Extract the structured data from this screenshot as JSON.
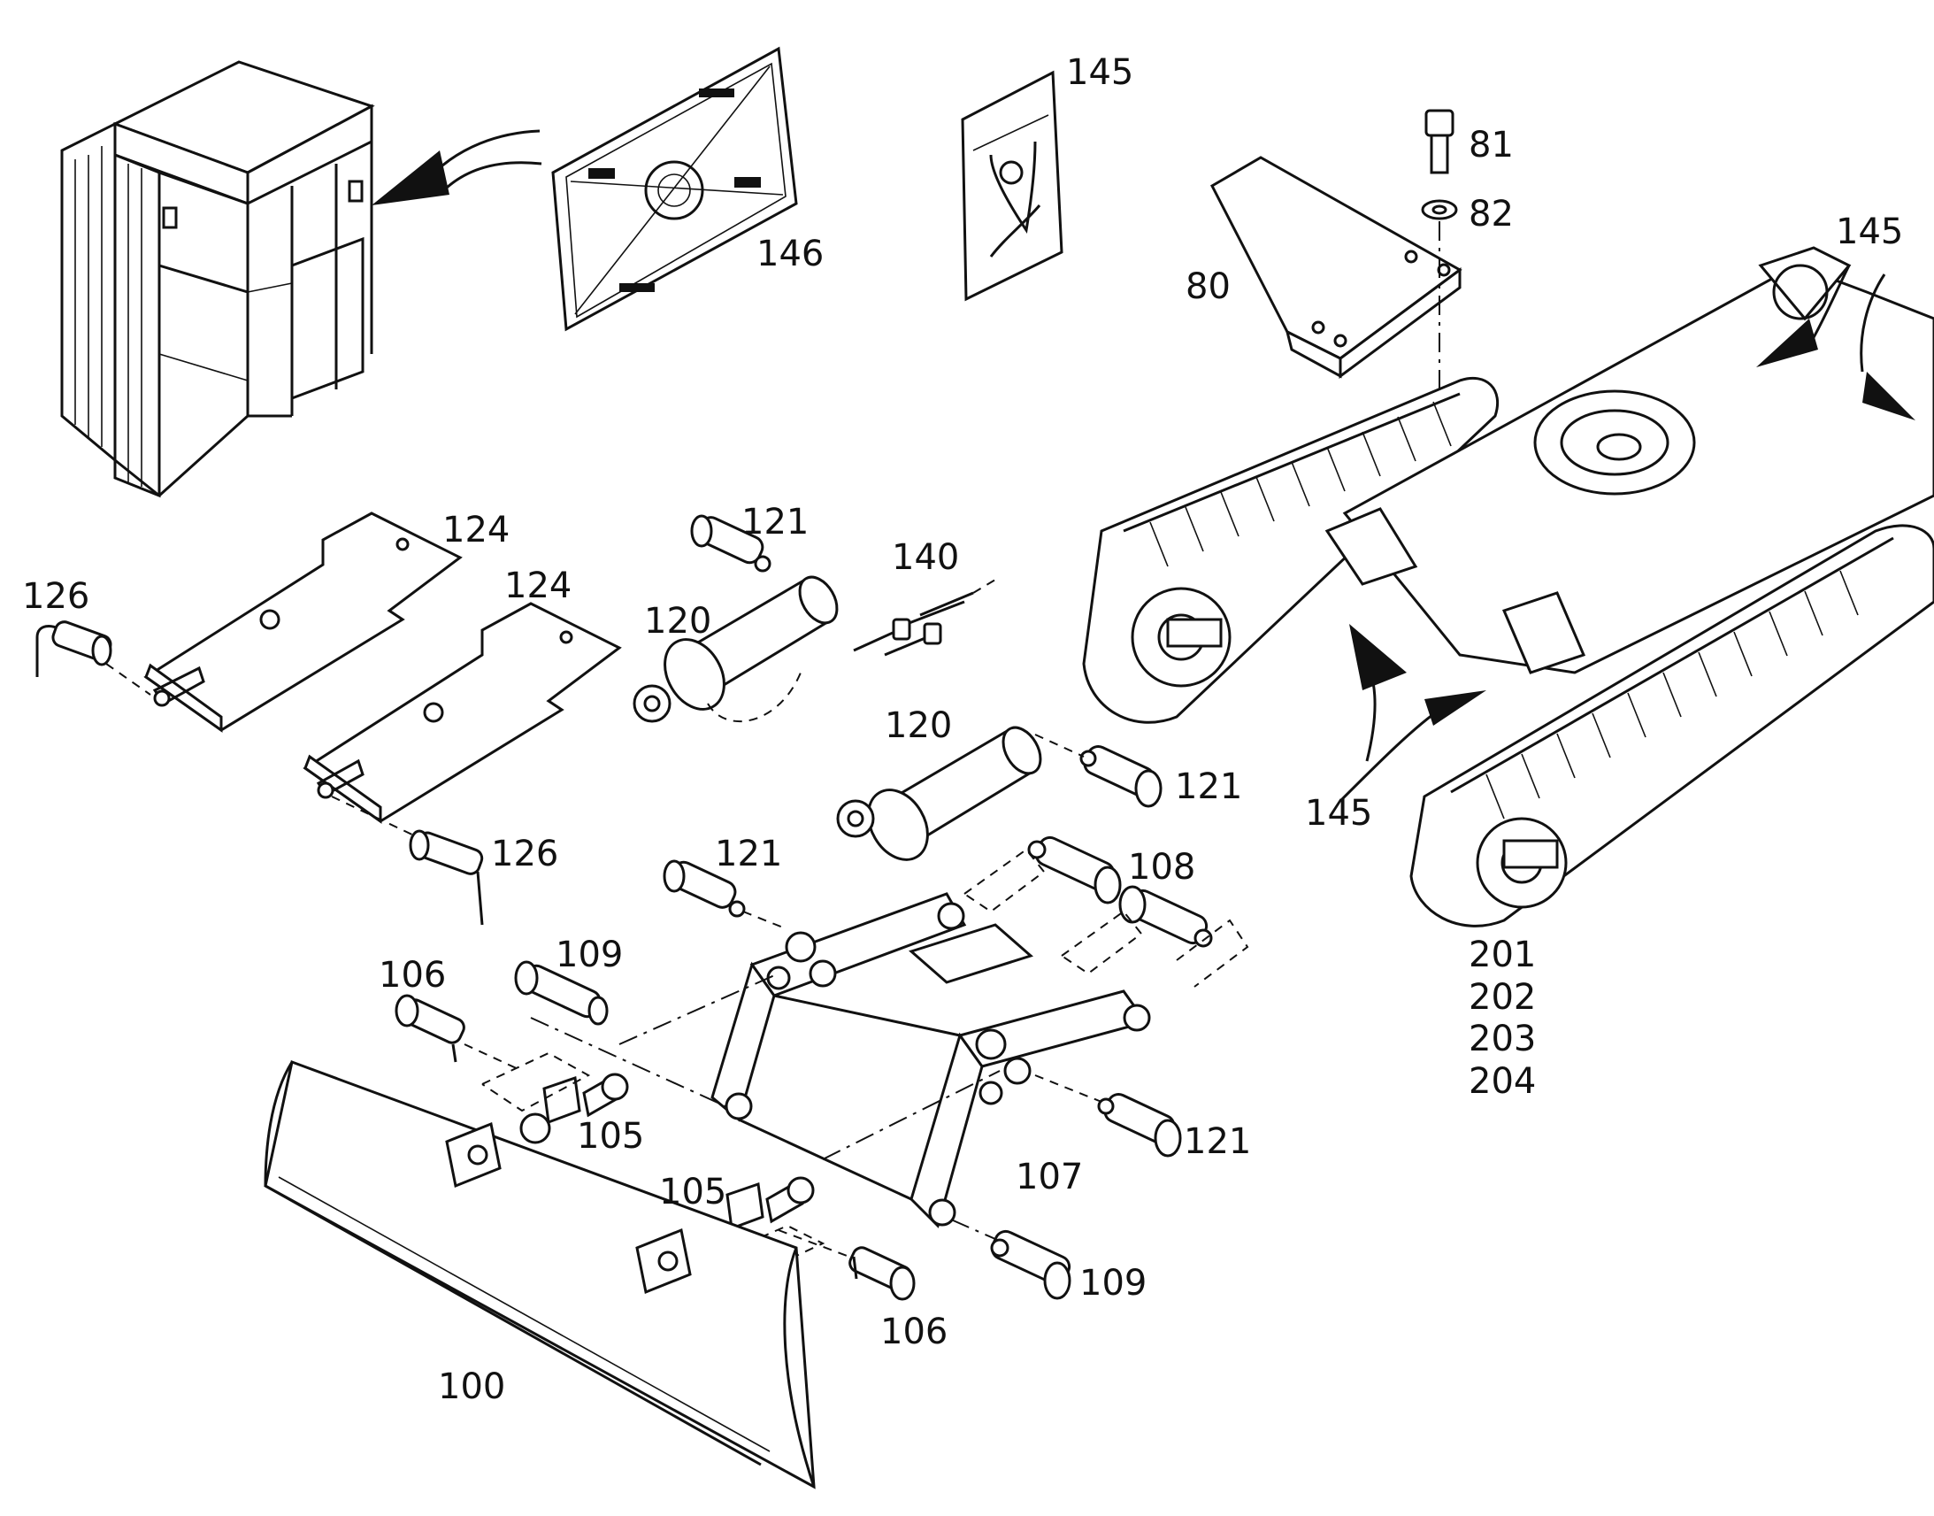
{
  "diagram": {
    "labels": {
      "l80": "80",
      "l81": "81",
      "l82": "82",
      "l100": "100",
      "l105a": "105",
      "l105b": "105",
      "l106a": "106",
      "l106b": "106",
      "l107": "107",
      "l108": "108",
      "l109a": "109",
      "l109b": "109",
      "l120a": "120",
      "l120b": "120",
      "l121a": "121",
      "l121b": "121",
      "l121c": "121",
      "l121d": "121",
      "l124a": "124",
      "l124b": "124",
      "l126a": "126",
      "l126b": "126",
      "l140": "140",
      "l145a": "145",
      "l145b": "145",
      "l145c": "145",
      "l146": "146",
      "l201": "201",
      "l202": "202",
      "l203": "203",
      "l204": "204"
    }
  }
}
